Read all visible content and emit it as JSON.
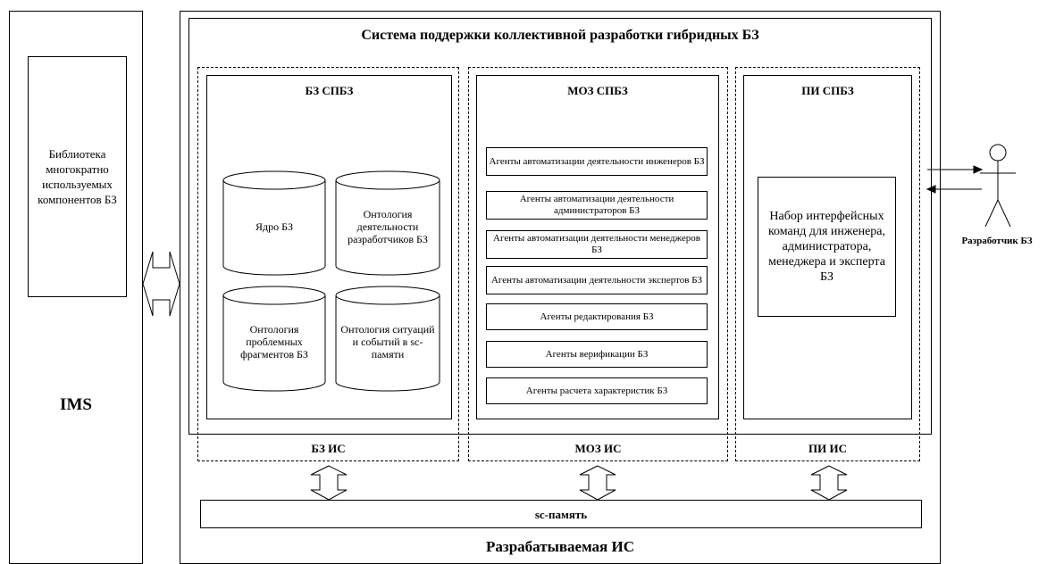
{
  "ims": {
    "label": "IMS",
    "library": "Библиотека многократно используемых компонентов БЗ"
  },
  "system": {
    "title": "Система поддержки коллективной разработки гибридных БЗ",
    "developed_is_label": "Разрабатываемая ИС",
    "sc_memory_label": "sc-память"
  },
  "kb": {
    "title": "БЗ СПБЗ",
    "is_label": "БЗ ИС",
    "items": [
      "Ядро БЗ",
      "Онтология деятельности разработчиков БЗ",
      "Онтология проблемных фрагментов БЗ",
      "Онтология ситуаций и событий в sc-памяти"
    ]
  },
  "psm": {
    "title": "МОЗ СПБЗ",
    "is_label": "МОЗ ИС",
    "agents": [
      "Агенты автоматизации деятельности инженеров БЗ",
      "Агенты автоматизации деятельности администраторов БЗ",
      "Агенты автоматизации деятельности менеджеров БЗ",
      "Агенты автоматизации деятельности экспертов БЗ",
      "Агенты редактирования БЗ",
      "Агенты верификации БЗ",
      "Агенты расчета характеристик БЗ"
    ]
  },
  "ui": {
    "title": "ПИ СПБЗ",
    "is_label": "ПИ ИС",
    "commands": "Набор интерфейсных команд для инженера, администратора, менеджера и эксперта БЗ"
  },
  "actor": {
    "label": "Разработчик БЗ"
  }
}
